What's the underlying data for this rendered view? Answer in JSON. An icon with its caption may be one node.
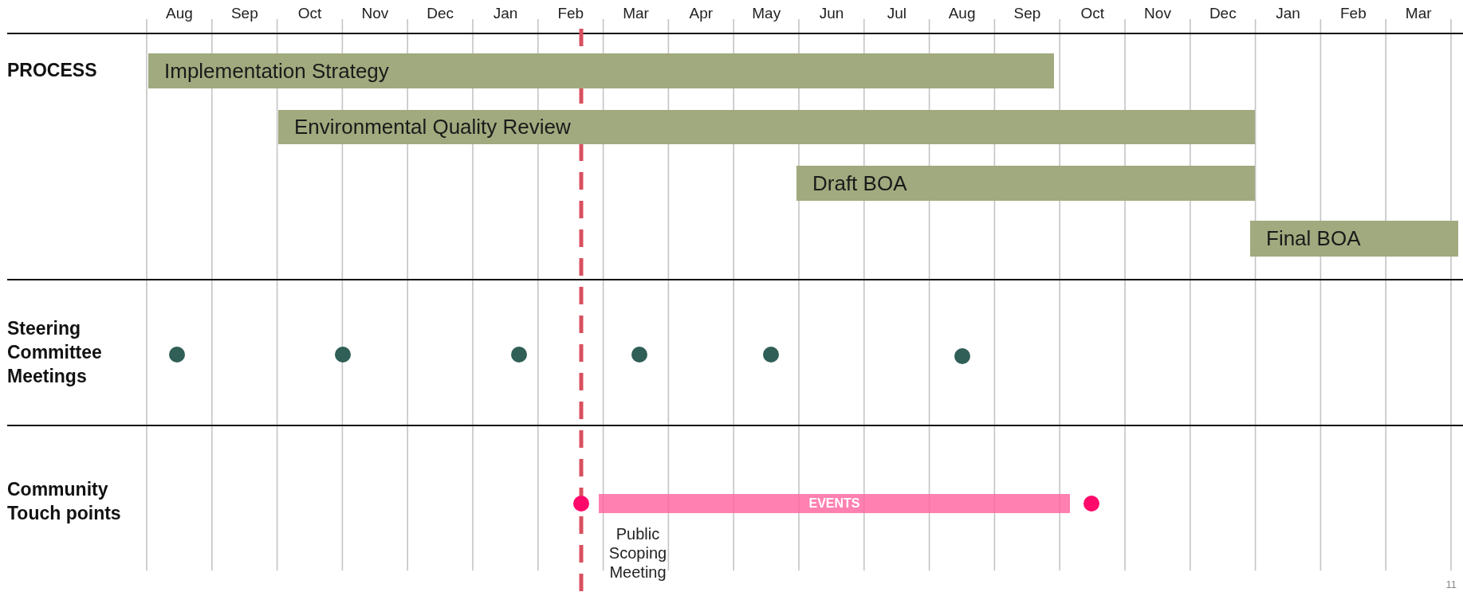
{
  "diagram": {
    "nodes": [
      {
        "text": [
          "Implementation Strategy"
        ]
      },
      {
        "text": [
          "Environmental Quality Review"
        ]
      },
      {
        "text": [
          "Draft BOA"
        ]
      },
      {
        "text": [
          "Final BOA"
        ]
      },
      {
        "text": [],
        "shape": "circle"
      },
      {
        "text": [],
        "shape": "circle"
      },
      {
        "text": [],
        "shape": "circle"
      },
      {
        "text": [],
        "shape": "circle"
      },
      {
        "text": [],
        "shape": "circle"
      },
      {
        "text": [],
        "shape": "circle"
      },
      {
        "text": [],
        "shape": "circle"
      },
      {
        "text": [
          "EVENTS"
        ]
      },
      {
        "text": [],
        "shape": "circle"
      }
    ],
    "edges": [],
    "labels": [
      "Aug",
      "Sep",
      "Oct",
      "Nov",
      "Dec",
      "Jan",
      "Feb",
      "Mar",
      "Apr",
      "May",
      "Jun",
      "Jul",
      "Aug",
      "Sep",
      "Oct",
      "Nov",
      "Dec",
      "Jan",
      "Feb",
      "Mar",
      "PROCESS",
      "Steering Committee Meetings",
      "Community Touch points",
      "Public Scoping Meeting",
      "11"
    ]
  }
}
